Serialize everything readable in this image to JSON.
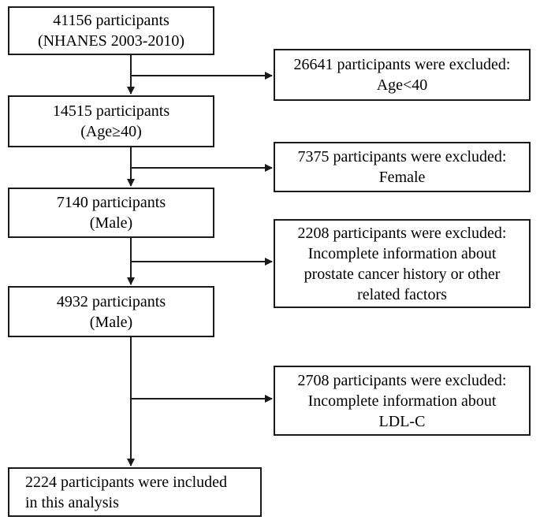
{
  "main_boxes": [
    {
      "id": "m1",
      "lines": [
        "41156 participants",
        "(NHANES 2003-2010)"
      ]
    },
    {
      "id": "m2",
      "lines": [
        "14515 participants",
        "(Age≥40)"
      ]
    },
    {
      "id": "m3",
      "lines": [
        "7140 participants",
        "(Male)"
      ]
    },
    {
      "id": "m4",
      "lines": [
        "4932 participants",
        "(Male)"
      ]
    },
    {
      "id": "m5",
      "lines": [
        "2224 participants were included",
        "in this analysis"
      ]
    }
  ],
  "exclusion_boxes": [
    {
      "id": "e1",
      "lines": [
        "26641 participants were excluded:",
        "Age<40"
      ]
    },
    {
      "id": "e2",
      "lines": [
        "7375 participants were excluded:",
        "Female"
      ]
    },
    {
      "id": "e3",
      "lines": [
        "2208 participants were excluded:",
        "Incomplete information about",
        "prostate cancer history or other",
        "related factors"
      ]
    },
    {
      "id": "e4",
      "lines": [
        "2708 participants were excluded:",
        "Incomplete information about",
        "LDL-C"
      ]
    }
  ]
}
